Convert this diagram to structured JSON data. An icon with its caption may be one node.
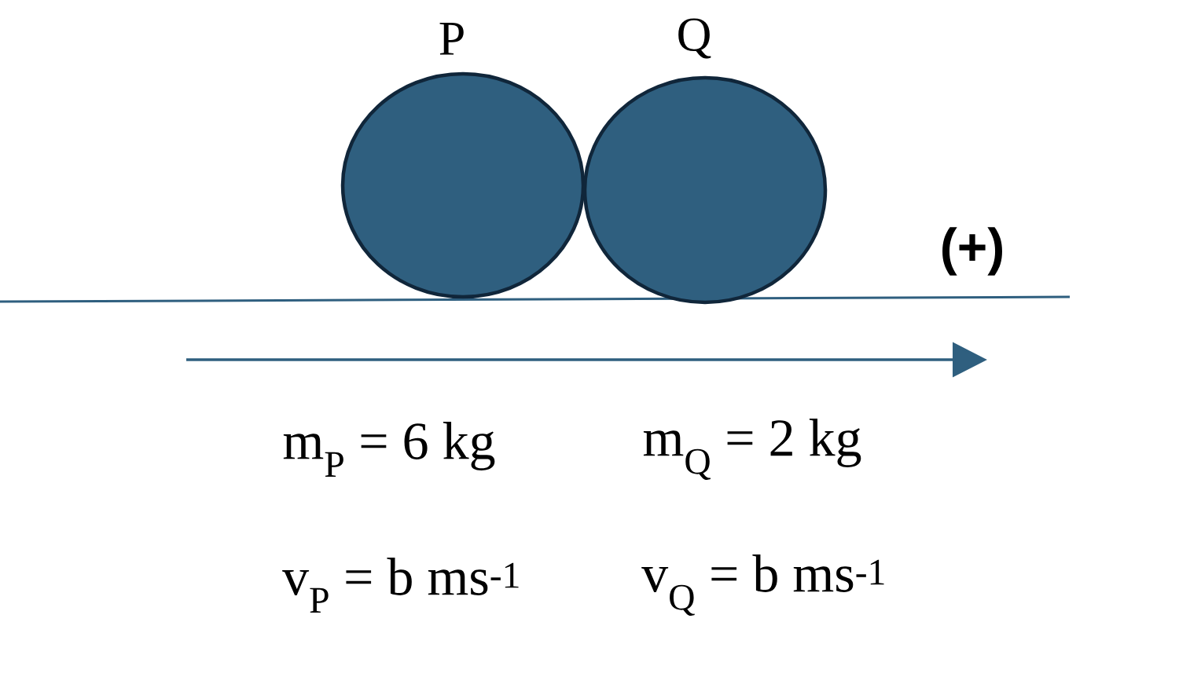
{
  "diagram": {
    "nodes": [
      {
        "text": [
          "P"
        ]
      },
      {
        "text": [
          "Q"
        ]
      }
    ],
    "labels": [
      "(+)",
      "m$_{P}$ = 6 kg",
      "m$_{Q}$ = 2 kg",
      "v$_{P}$ = b ms$^{-1}$",
      "v$_{Q}$ = b ms$^{-1}$"
    ]
  }
}
